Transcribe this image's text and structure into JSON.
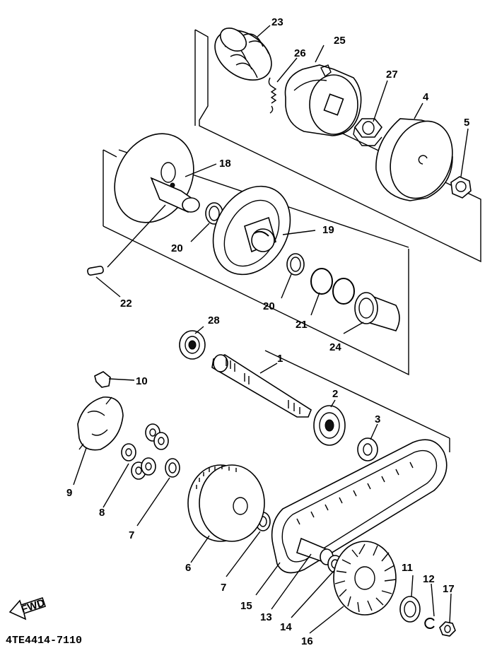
{
  "diagram": {
    "drawing_code": "4TE4414-7110",
    "fwd_label": "FWD",
    "callouts": [
      "1",
      "2",
      "3",
      "4",
      "5",
      "6",
      "7",
      "7",
      "8",
      "9",
      "10",
      "11",
      "12",
      "13",
      "14",
      "15",
      "16",
      "17",
      "18",
      "19",
      "20",
      "20",
      "21",
      "22",
      "23",
      "24",
      "25",
      "26",
      "27",
      "28"
    ]
  }
}
